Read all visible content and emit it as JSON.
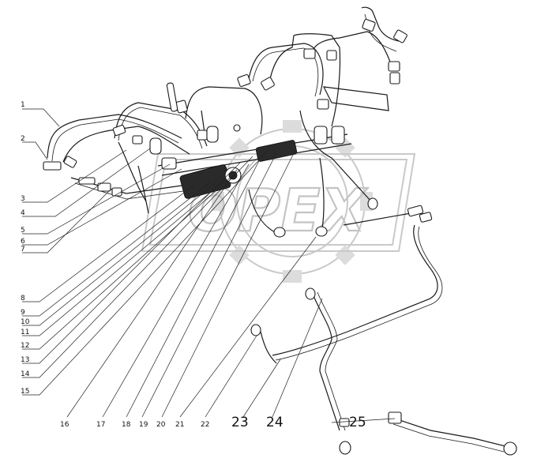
{
  "diagram": {
    "watermark_text": "OPEX",
    "callouts_left": [
      "1",
      "2",
      "3",
      "4",
      "5",
      "6",
      "7",
      "8",
      "9",
      "10",
      "11",
      "12",
      "13",
      "14",
      "15"
    ],
    "callouts_bottom_small": [
      "16",
      "17",
      "18",
      "19",
      "20",
      "21",
      "22"
    ],
    "callouts_bottom_large": [
      "23",
      "24",
      "25"
    ]
  }
}
